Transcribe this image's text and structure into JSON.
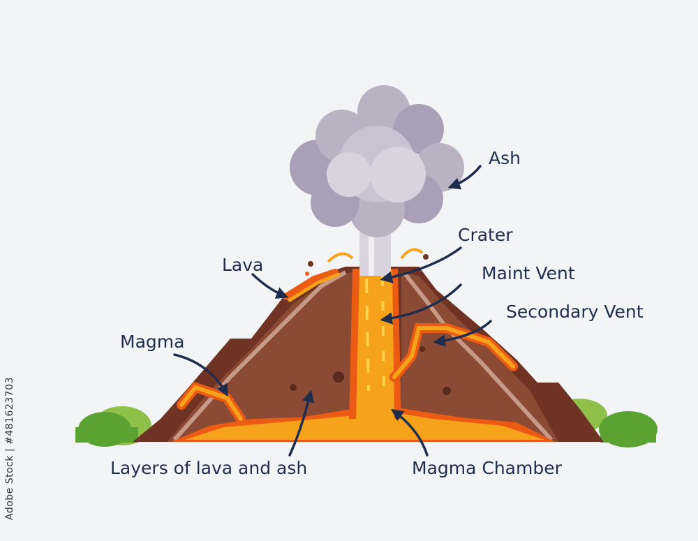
{
  "labels": {
    "ash": "Ash",
    "crater": "Crater",
    "main_vent": "Maint Vent",
    "lava": "Lava",
    "secondary_vent": "Secondary Vent",
    "magma": "Magma",
    "layers": "Layers of lava and ash",
    "magma_chamber": "Magma Chamber"
  },
  "watermark": "Adobe Stock | #481623703",
  "colors": {
    "label_text": "#1f2d4d",
    "arrow": "#1f2d4d",
    "background": "#f3f4f6",
    "lava_bright": "#f7a21b",
    "lava_dark": "#ec5b14",
    "rock_dark": "#6e3322",
    "rock_mid": "#8a4a34",
    "rock_light": "#b9826c",
    "ash_cloud": "#b9b2c3",
    "bush_green": "#5aa333"
  }
}
